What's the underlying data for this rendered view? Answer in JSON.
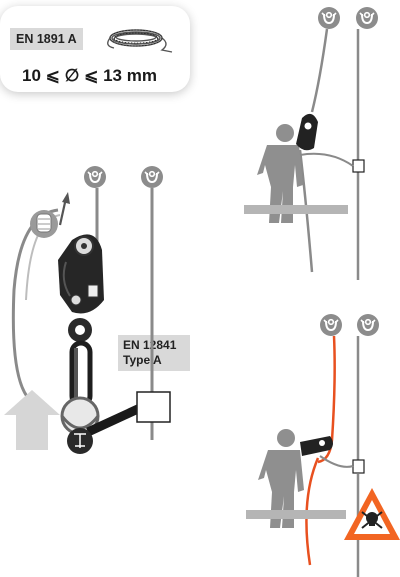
{
  "rope_card": {
    "standard": "EN 1891 A",
    "diameter_range": "10 ⩽ ∅ ⩽ 13 mm",
    "rope_icon": "coiled-rope-icon"
  },
  "anchor_standard": {
    "line1": "EN 12841",
    "line2": "Type A"
  },
  "icons": {
    "anchor": "anchor-icon",
    "arrow": "up-arrow-icon",
    "hand": "hand-icon",
    "warning": "skull-warning-icon",
    "climber": "climber-silhouette-icon"
  },
  "colors": {
    "rope_gray": "#8a8a8a",
    "rope_orange": "#e8501f",
    "device": "#1c1c1c",
    "anchor_gray": "#8c8c8c",
    "silhouette": "#8f8f8f",
    "warning_orange": "#f26522"
  }
}
